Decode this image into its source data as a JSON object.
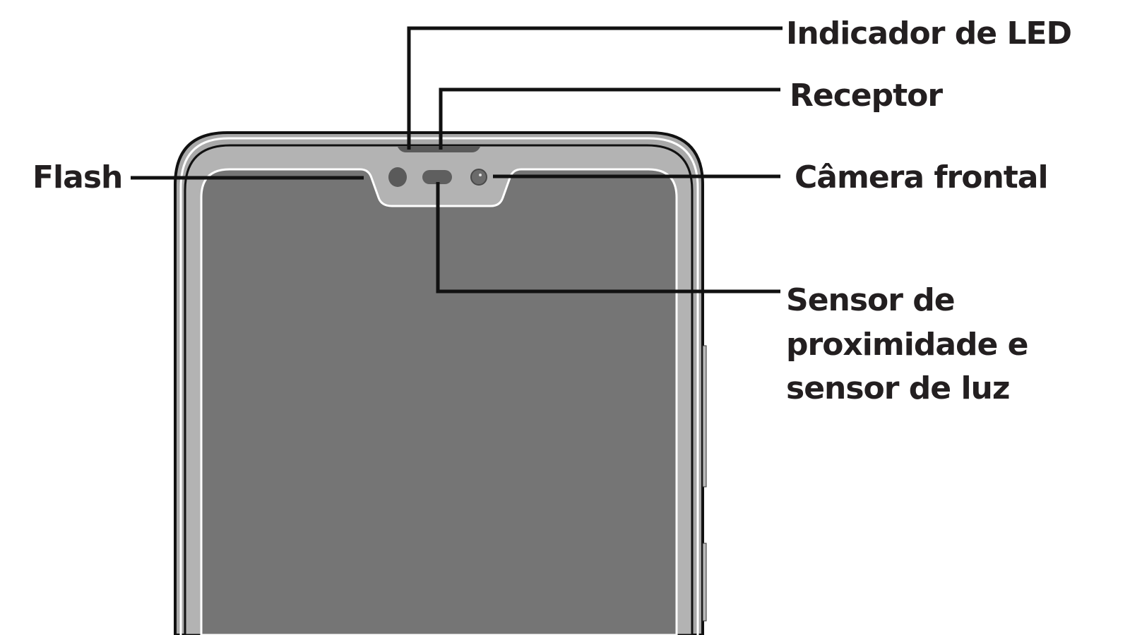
{
  "labels": {
    "led": "Indicador de LED",
    "receiver": "Receptor",
    "flash": "Flash",
    "front_camera": "Câmera frontal",
    "sensor_line1": "Sensor de",
    "sensor_line2": "proximidade e",
    "sensor_line3": "sensor de luz"
  },
  "colors": {
    "frame": "#a9a9a9",
    "screen": "#757575",
    "notch": "#a9a9a9",
    "line": "#111111"
  }
}
